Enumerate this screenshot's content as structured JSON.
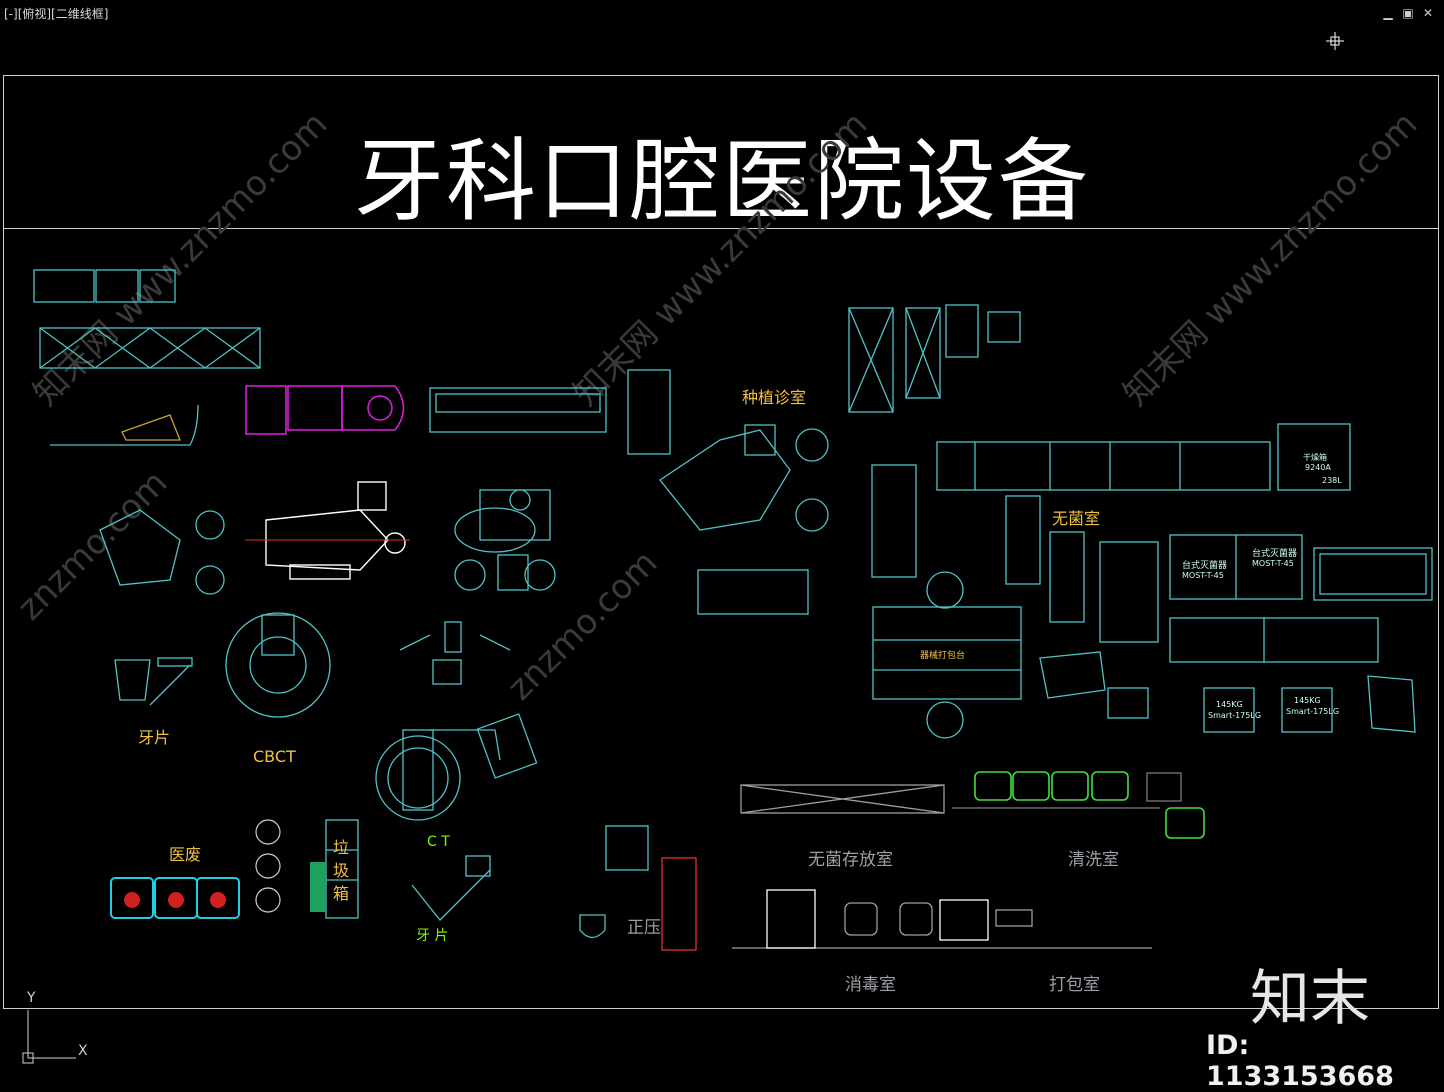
{
  "viewport": {
    "label": "[-][俯视][二维线框]"
  },
  "window_controls": {
    "minimize": "▁",
    "restore": "▣",
    "close": "✕"
  },
  "title": "牙科口腔医院设备",
  "labels": {
    "implant_room": "种植诊室",
    "sterile_room": "无菌室",
    "dental_film_left": "牙片",
    "cbct": "CBCT",
    "medical_waste": "医废",
    "trash_box": [
      "垃",
      "圾",
      "箱"
    ],
    "ct": "C  T",
    "dental_film_bottom": "牙 片",
    "positive_pressure": "正压",
    "sterile_storage": "无菌存放室",
    "cleaning_room": "清洗室",
    "disinfection_room": "消毒室",
    "packing_room": "打包室",
    "packing_table": "器械打包台",
    "sterilizer_1": "台式灭菌器",
    "sterilizer_model_1": "MOST-T-45",
    "sterilizer_2": "台式灭菌器",
    "sterilizer_model_2": "MOST-T-45",
    "cleaner_1": "145KG",
    "cleaner_1_model": "Smart-175LG",
    "cleaner_2": "145KG",
    "cleaner_2_model": "Smart-175LG",
    "cabinet_model": "9240A",
    "cabinet_vol": "238L",
    "cabinet_title": "干燥箱"
  },
  "watermark": [
    "知末网 www.znzmo.com",
    "知末网 www.znzmo.com",
    "知末网 www.znzmo.com",
    "znzmo.com",
    "znzmo.com"
  ],
  "logo": "知末",
  "id_text": "ID: 1133153668",
  "ucs": {
    "x": "X",
    "y": "Y"
  },
  "colors": {
    "cyan": "#4fc3c8",
    "yellow": "#f0c040",
    "magenta": "#e020e0",
    "green": "#40e040",
    "white": "#ffffff",
    "red": "#e03030"
  }
}
